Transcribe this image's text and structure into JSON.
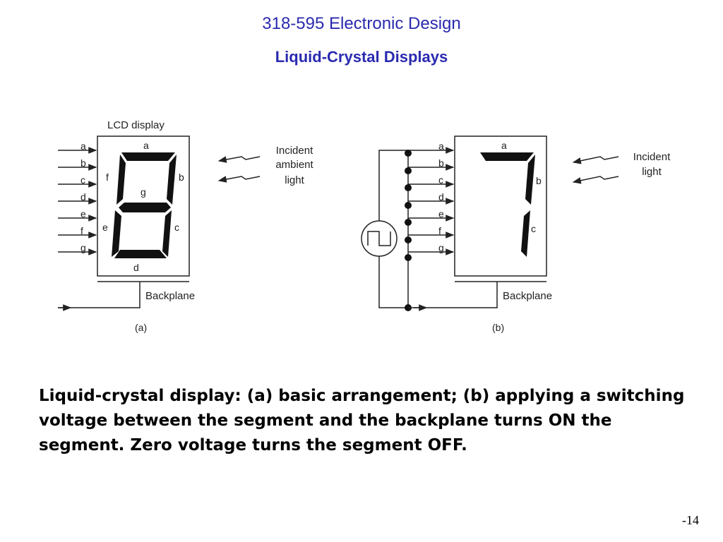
{
  "header": {
    "course": "318-595 Electronic Design",
    "title": "Liquid-Crystal Displays"
  },
  "diagram": {
    "panel_a": {
      "display_label": "LCD display",
      "inputs": [
        "a",
        "b",
        "c",
        "d",
        "e",
        "f",
        "g"
      ],
      "segment_labels": {
        "a": "a",
        "b": "b",
        "c": "c",
        "d": "d",
        "e": "e",
        "f": "f",
        "g": "g"
      },
      "light_label": [
        "Incident",
        "ambient",
        "light"
      ],
      "backplane_label": "Backplane",
      "caption": "(a)"
    },
    "panel_b": {
      "inputs": [
        "a",
        "b",
        "c",
        "d",
        "e",
        "f",
        "g"
      ],
      "segment_labels": {
        "a": "a",
        "b": "b",
        "c": "c"
      },
      "light_label": [
        "Incident",
        "light"
      ],
      "backplane_label": "Backplane",
      "caption": "(b)"
    }
  },
  "caption": "Liquid-crystal display: (a) basic arrangement; (b) applying a switching voltage between the segment and the backplane turns ON the segment. Zero voltage turns the segment OFF.",
  "page_number": "-14",
  "colors": {
    "heading": "#2a2ab0",
    "segment": "#111111",
    "line": "#222222"
  }
}
